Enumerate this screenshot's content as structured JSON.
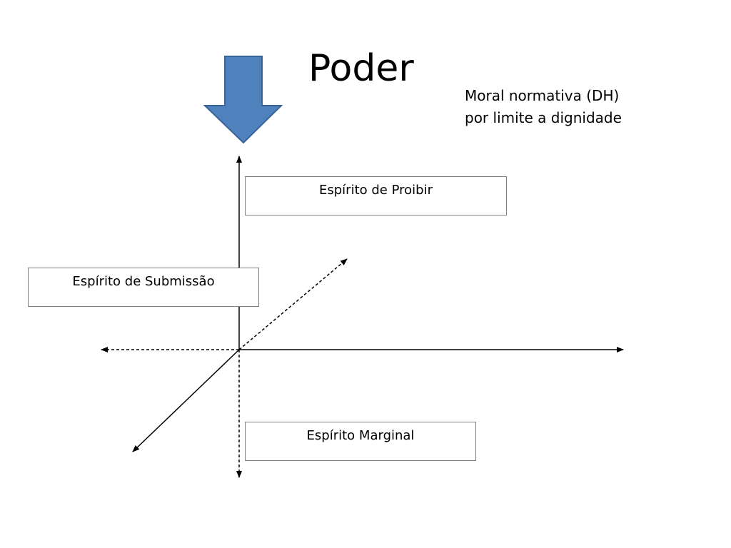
{
  "title": "Poder",
  "note": {
    "line1": "Moral normativa (DH)",
    "line2": "por limite a dignidade"
  },
  "boxes": {
    "proibir": "Espírito de Proibir",
    "submissao": "Espírito de Submissão",
    "marginal": "Espírito Marginal"
  },
  "colors": {
    "arrow_fill": "#4f81bd",
    "arrow_stroke": "#3a6396",
    "axis": "#000000",
    "box_border": "#7f7f7f"
  },
  "icons": {
    "power_arrow": "down-arrow-icon"
  }
}
